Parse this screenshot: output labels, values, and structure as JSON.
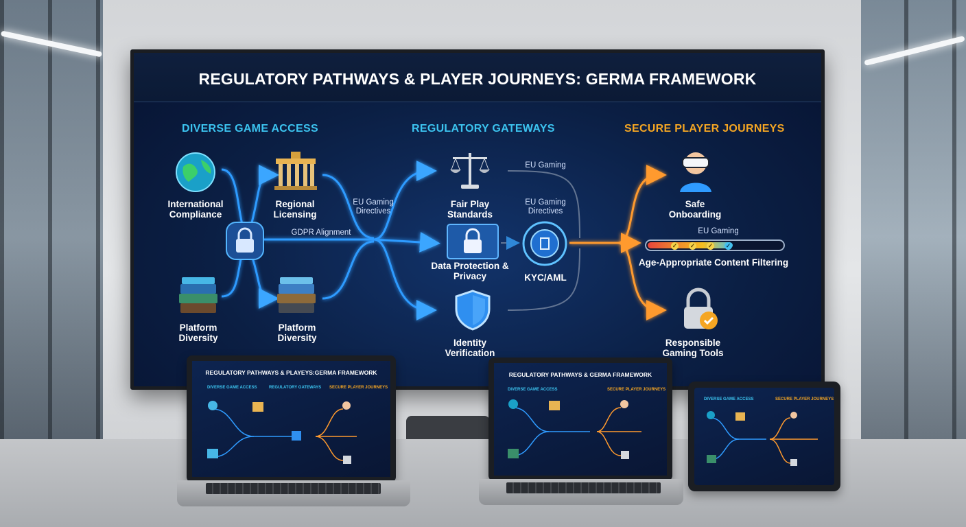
{
  "screen": {
    "title": "REGULATORY PATHWAYS & PLAYER JOURNEYS: GERMA FRAMEWORK",
    "columns": {
      "access": "DIVERSE GAME ACCESS",
      "gateways": "REGULATORY GATEWAYS",
      "journeys": "SECURE PLAYER JOURNEYS"
    },
    "nodes": {
      "international_compliance": "International Compliance",
      "regional_licensing": "Regional Licensing",
      "platform_diversity_left": "Platform Diversity",
      "platform_diversity_right": "Platform Diversity",
      "fair_play": "Fair Play Standards",
      "data_protection": "Data Protection & Privacy",
      "identity_verification": "Identity Verification",
      "kyc_aml": "KYC/AML",
      "safe_onboarding": "Safe Onboarding",
      "content_filtering": "Age-Appropriate Content Filtering",
      "responsible_tools": "Responsible Gaming Tools"
    },
    "flow_labels": {
      "eu_gaming_directives_1": "EU Gaming Directives",
      "gdpr_alignment": "GDPR Alignment",
      "eu_gaming_top": "EU Gaming",
      "eu_gaming_directives_2": "EU Gaming Directives",
      "eu_gaming_filter": "EU Gaming"
    },
    "filter_progress": 0.62,
    "colors": {
      "access_heading": "#3cc4f0",
      "gateways_heading": "#3cc4f0",
      "journeys_heading": "#f5a623",
      "blue_flow": "#2f9bff",
      "orange_flow": "#ff9a2e"
    }
  },
  "laptop_left": {
    "title": "REGULATORY PATHWAYS & PLAYEYS:GERMA FRAMEWORK",
    "heads": [
      "DIVERSE GAME ACCESS",
      "REGULATORY GATEWAYS",
      "SECURE PLAYER JOURNEYS"
    ]
  },
  "laptop_center": {
    "title": "REGULATORY PATHWAYS & GERMA FRAMEWORK",
    "heads": [
      "DIVERSE GAME ACCESS",
      "SECURE PLAYER JOURNEYS"
    ]
  },
  "tablet": {
    "heads": [
      "DIVERSE GAME ACCESS",
      "SECURE PLAYER JOURNEYS"
    ]
  }
}
